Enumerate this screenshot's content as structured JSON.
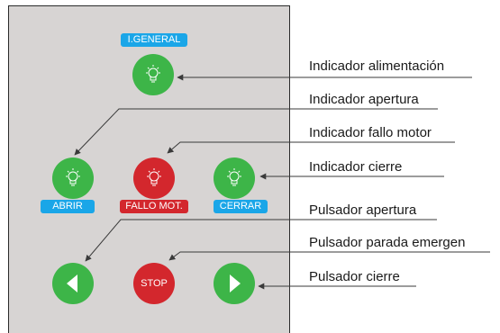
{
  "panel": {
    "tags": {
      "general": "I.GENERAL",
      "abrir": "ABRIR",
      "fallo": "FALLO MOT.",
      "cerrar": "CERRAR"
    },
    "stop_text": "STOP"
  },
  "callouts": {
    "indicador_alimentacion": "Indicador alimentación",
    "indicador_apertura": "Indicador apertura",
    "indicador_fallo_motor": "Indicador fallo motor",
    "indicador_cierre": "Indicador cierre",
    "pulsador_apertura": "Pulsador apertura",
    "pulsador_parada": "Pulsador parada emergen",
    "pulsador_cierre": "Pulsador cierre"
  },
  "colors": {
    "panel": "#d7d4d3",
    "green": "#3db548",
    "red": "#d3272d",
    "blue": "#1aa6e8"
  },
  "icons": {
    "lamp": "bulb-icon",
    "left": "arrow-left-icon",
    "right": "arrow-right-icon"
  }
}
